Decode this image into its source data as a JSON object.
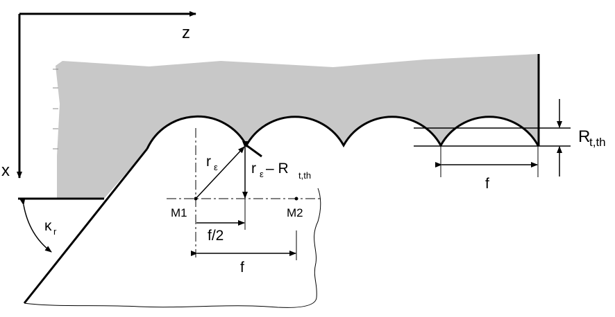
{
  "axes": {
    "z": "z",
    "x": "x"
  },
  "labels": {
    "nose_radius": "r",
    "nose_radius_sub": "ε",
    "height_expr_r": "r",
    "height_expr_r_sub": "ε",
    "height_expr_minus": " – R",
    "height_expr_sub": "t,th",
    "roughness_R": "R",
    "roughness_sub": "t,th",
    "center1": "M1",
    "center2": "M2",
    "half_feed": "f/2",
    "feed_bottom": "f",
    "feed_right": "f",
    "angle_kappa": "κ",
    "angle_kappa_sub": "r"
  },
  "colors": {
    "workpiece": "#c8c8c8",
    "line": "#000000",
    "background": "#ffffff"
  }
}
